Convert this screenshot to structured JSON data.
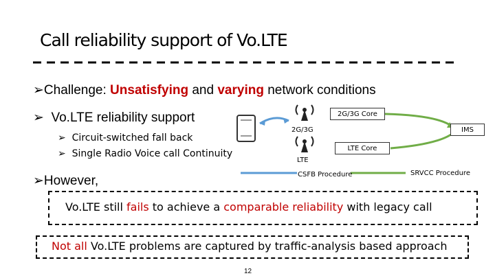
{
  "slide": {
    "title": "Call reliability support of Vo.LTE",
    "challenge": {
      "prefix": "Challenge: ",
      "word1": "Unsatisfying",
      "mid": " and ",
      "word2": "varying",
      "suffix": " network conditions"
    },
    "support": "Vo.LTE reliability support",
    "sub_items": [
      "Circuit-switched fall back",
      "Single Radio Voice call Continuity"
    ],
    "however": "However,",
    "box1": {
      "pre": "Vo.LTE still ",
      "w1": "fails",
      "mid": " to achieve a ",
      "w2": "comparable reliability",
      "post": " with legacy call"
    },
    "box2": {
      "w1": "Not all",
      "post": " Vo.LTE problems are captured by traffic-analysis based approach"
    },
    "page_number": "12"
  },
  "diagram": {
    "core_2g3g": "2G/3G Core",
    "label_2g3g": "2G/3G",
    "ims": "IMS",
    "lte_core": "LTE Core",
    "lte": "LTE",
    "csfb": "CSFB Procedure",
    "srvcc": "SRVCC Procedure",
    "colors": {
      "csfb": "#5b9bd5",
      "srvcc": "#70ad47"
    }
  }
}
